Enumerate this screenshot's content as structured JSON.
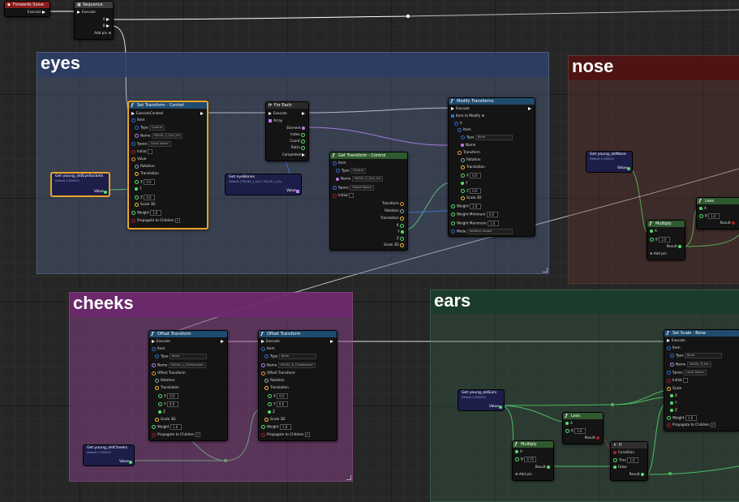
{
  "colors": {
    "exec": "#ffffff",
    "float": "#52e06a",
    "rig_element": "#2f6cd6",
    "transform": "#e89b30",
    "name": "#c07ef0",
    "bool": "#a82020",
    "vector": "#f0c23a"
  },
  "top": {
    "forwards_solve": {
      "title": "Forwards Solve",
      "execute": "Execute"
    },
    "sequence": {
      "title": "Sequence",
      "execute": "Execute",
      "a": "A",
      "b": "B",
      "add_pin": "Add pin"
    }
  },
  "comments": {
    "eyes": "eyes",
    "nose": "nose",
    "cheeks": "cheeks",
    "ears": "ears"
  },
  "eyes": {
    "get_yold_eye": {
      "title": "Get young_oldEyeSockets",
      "default": "Default 0.000000",
      "value": "Value"
    },
    "get_eye_bones": {
      "title": "Get eyeBones",
      "default": "Default (\"FACIAL_L_Eye\",\"FACIAL_L_Ey...",
      "value": "Value"
    },
    "set_transform": {
      "title": "Set Transform - Control",
      "exec_context": "ExecuteContext",
      "item": "Item",
      "type": "Type",
      "type_val": "Control",
      "name": "Name",
      "name_val": "FACIAL_C_Eye_ctrl",
      "space": "Space",
      "space_val": "Local Space",
      "initial": "Initial",
      "value": "Value",
      "rotation": "Rotation",
      "translation": "Translation",
      "x": "X",
      "x_val": "0.0",
      "y": "Y",
      "z": "Z",
      "z_val": "0.0",
      "scale": "Scale 3D",
      "weight": "Weight",
      "weight_val": "1.0",
      "propagate": "Propagate to Children"
    },
    "for_each": {
      "title": "For Each",
      "execute": "Execute",
      "array": "Array",
      "element": "Element",
      "index": "Index",
      "count": "Count",
      "ratio": "Ratio",
      "completed": "Completed"
    },
    "get_transform": {
      "title": "Get Transform - Control",
      "item": "Item",
      "type": "Type",
      "type_val": "Control",
      "name": "Name",
      "name_val": "FACIAL_C_Eye_ctrl",
      "space": "Space",
      "space_val": "Global Space",
      "initial": "Initial",
      "transform": "Transform",
      "rotation": "Rotation",
      "translation": "Translation",
      "x": "X",
      "y": "Y",
      "z": "Z",
      "scale": "Scale 3D"
    },
    "modify": {
      "title": "Modify Transforms",
      "execute": "Execute",
      "item_to_modify": "Item to Modify",
      "idx": "0",
      "item": "Item",
      "type": "Type",
      "type_val": "Bone",
      "name": "Name",
      "transform": "Transform",
      "rotation": "Rotation",
      "translation": "Translation",
      "x": "X",
      "x_val": "0.0",
      "y": "Y",
      "z": "Z",
      "z_val": "0.0",
      "scale": "Scale 3D",
      "weight": "Weight",
      "weight_val": "1.0",
      "wmin": "Weight Minimum",
      "wmin_val": "0.0",
      "wmax": "Weight Maximum",
      "wmax_val": "1.0",
      "mode": "Mode",
      "mode_val": "Additive Global"
    }
  },
  "nose": {
    "get_yold_nose": {
      "title": "Get young_oldNose",
      "default": "Default 0.000000",
      "value": "Value"
    },
    "multiply": {
      "title": "Multiply",
      "a": "A",
      "b": "B",
      "b_val": "2.0",
      "result": "Result",
      "add_pin": "Add pin"
    },
    "less": {
      "title": "Less",
      "a": "A",
      "b": "B",
      "b_val": "1.0",
      "result": "Result"
    }
  },
  "cheeks": {
    "get_yold_cheeks": {
      "title": "Get young_oldCheeks",
      "default": "Default 0.000000",
      "value": "Value"
    },
    "offset1": {
      "title": "Offset Transform",
      "execute": "Execute",
      "item": "Item",
      "type": "Type",
      "type_val": "Bone",
      "name": "Name",
      "name_val": "FACIAL_L_CheekLower",
      "offset": "Offset Transform",
      "rotation": "Rotation",
      "translation": "Translation",
      "x": "X",
      "x_val": "0.0",
      "y": "Y",
      "y_val": "0.0",
      "z": "Z",
      "scale": "Scale 3D",
      "weight": "Weight",
      "weight_val": "1.0",
      "propagate": "Propagate to Children"
    },
    "offset2": {
      "title": "Offset Transform",
      "execute": "Execute",
      "item": "Item",
      "type": "Type",
      "type_val": "Bone",
      "name": "Name",
      "name_val": "FACIAL_R_CheekLower",
      "offset": "Offset Transform",
      "rotation": "Rotation",
      "translation": "Translation",
      "x": "X",
      "x_val": "0.0",
      "y": "Y",
      "y_val": "0.0",
      "z": "Z",
      "scale": "Scale 3D",
      "weight": "Weight",
      "weight_val": "1.0",
      "propagate": "Propagate to Children"
    }
  },
  "ears": {
    "get_yold_ears": {
      "title": "Get young_oldEars",
      "default": "Default 0.000000",
      "value": "Value"
    },
    "less": {
      "title": "Less",
      "a": "A",
      "b": "B",
      "b_val": "1.0",
      "result": "Result"
    },
    "multiply": {
      "title": "Multiply",
      "a": "A",
      "b": "B",
      "b_val": "0.75",
      "result": "Result",
      "add_pin": "Add pin"
    },
    "if": {
      "title": "If",
      "condition": "Condition",
      "true": "True",
      "true_val": "1.0",
      "false": "False",
      "result": "Result"
    },
    "set_scale": {
      "title": "Set Scale - Bone",
      "execute": "Execute",
      "item": "Item",
      "type": "Type",
      "type_val": "Bone",
      "name": "Name",
      "name_val": "FACIAL_R_Ear",
      "space": "Space",
      "space_val": "Local Space",
      "initial": "Initial",
      "scale": "Scale",
      "x": "X",
      "y": "Y",
      "z": "Z",
      "weight": "Weight",
      "weight_val": "1.0",
      "propagate": "Propagate to Children"
    }
  }
}
